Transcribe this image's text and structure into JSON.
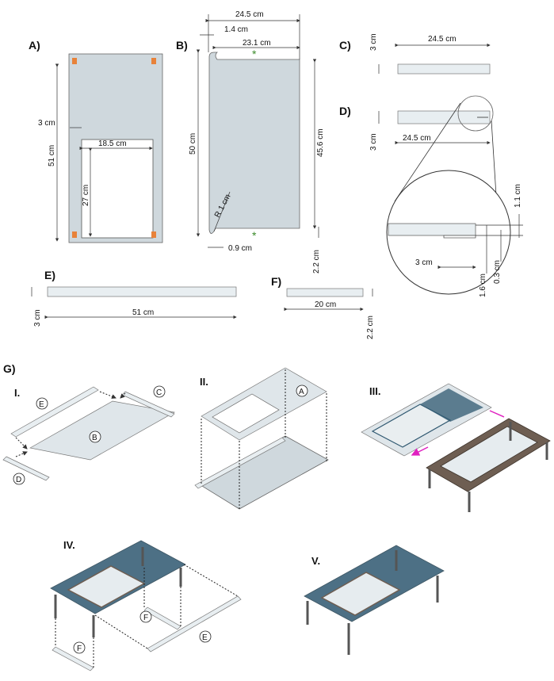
{
  "panels": {
    "A": "A)",
    "B": "B)",
    "C": "C)",
    "D": "D)",
    "E": "E)",
    "F": "F)",
    "G": "G)"
  },
  "dims_A": {
    "height": "51 cm",
    "margin": "3 cm",
    "window_width": "18.5 cm",
    "window_height": "27 cm"
  },
  "dims_B": {
    "width": "24.5 cm",
    "notch": "1.4 cm",
    "inner_width": "23.1 cm",
    "height": "50 cm",
    "inner_height": "45.6 cm",
    "radius": "R 1 cm",
    "bottom_notch": "0.9 cm",
    "depth": "2.2 cm",
    "star": "*"
  },
  "dims_C": {
    "height": "3 cm",
    "width": "24.5 cm"
  },
  "dims_D": {
    "height": "3 cm",
    "width": "24.5 cm",
    "zoom_groove": "1.1 cm",
    "zoom_length": "3 cm",
    "zoom_depth": "1.6 cm",
    "zoom_gap": "0.3 cm"
  },
  "dims_E": {
    "height": "3 cm",
    "length": "51 cm"
  },
  "dims_F": {
    "length": "20 cm",
    "height": "2.2 cm"
  },
  "steps": {
    "I": "I.",
    "II": "II.",
    "III": "III.",
    "IV": "IV.",
    "V": "V."
  },
  "part_labels": {
    "A": "A",
    "B": "B",
    "C": "C",
    "D": "D",
    "E": "E",
    "F": "F"
  },
  "colors": {
    "plate": "#cfd8dd",
    "marker_orange": "#e8823a",
    "star_green": "#3a8a2a",
    "arrow_magenta": "#e020c0",
    "glass_blue": "#2f5870",
    "frame_brown": "#6e5e52"
  }
}
